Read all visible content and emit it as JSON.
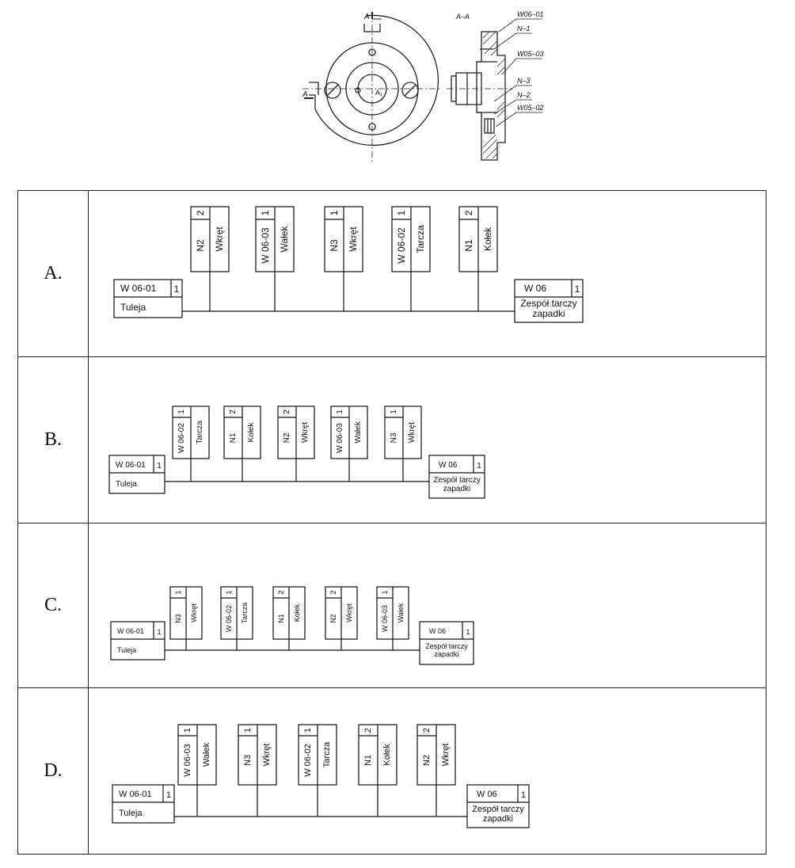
{
  "drawing": {
    "section_title": "A–A",
    "section_marks": [
      "A",
      "A",
      "A₁"
    ],
    "labels": [
      "W06–01",
      "N–1",
      "W05–03",
      "N–3",
      "N–2",
      "W05–02"
    ]
  },
  "options": [
    {
      "letter": "A.",
      "base": {
        "code": "W 06-01",
        "qty": "1",
        "name": "Tuleja"
      },
      "parts": [
        {
          "code": "N2",
          "qty": "2",
          "name": "Wkręt"
        },
        {
          "code": "W 06-03",
          "qty": "1",
          "name": "Wałek"
        },
        {
          "code": "N3",
          "qty": "1",
          "name": "Wkręt"
        },
        {
          "code": "W 06-02",
          "qty": "1",
          "name": "Tarcza"
        },
        {
          "code": "N1",
          "qty": "2",
          "name": "Kołek"
        }
      ],
      "assembly": {
        "code": "W 06",
        "qty": "1",
        "name_line1": "Zespół tarczy",
        "name_line2": "zapadki"
      }
    },
    {
      "letter": "B.",
      "base": {
        "code": "W 06-01",
        "qty": "1",
        "name": "Tuleja"
      },
      "parts": [
        {
          "code": "W 06-02",
          "qty": "1",
          "name": "Tarcza"
        },
        {
          "code": "N1",
          "qty": "2",
          "name": "Kołek"
        },
        {
          "code": "N2",
          "qty": "2",
          "name": "Wkręt"
        },
        {
          "code": "W 06-03",
          "qty": "1",
          "name": "Wałek"
        },
        {
          "code": "N3",
          "qty": "1",
          "name": "Wkręt"
        }
      ],
      "assembly": {
        "code": "W 06",
        "qty": "1",
        "name_line1": "Zespół tarczy",
        "name_line2": "zapadki"
      }
    },
    {
      "letter": "C.",
      "base": {
        "code": "W 06-01",
        "qty": "1",
        "name": "Tuleja"
      },
      "parts": [
        {
          "code": "N3",
          "qty": "1",
          "name": "Wkręt"
        },
        {
          "code": "W 06-02",
          "qty": "1",
          "name": "Tarcza"
        },
        {
          "code": "N1",
          "qty": "2",
          "name": "Kołek"
        },
        {
          "code": "N2",
          "qty": "2",
          "name": "Wkręt"
        },
        {
          "code": "W 06-03",
          "qty": "1",
          "name": "Wałek"
        }
      ],
      "assembly": {
        "code": "W 06",
        "qty": "1",
        "name_line1": "Zespół tarczy",
        "name_line2": "zapadki"
      }
    },
    {
      "letter": "D.",
      "base": {
        "code": "W 06-01",
        "qty": "1",
        "name": "Tuleja"
      },
      "parts": [
        {
          "code": "W 06-03",
          "qty": "1",
          "name": "Wałek"
        },
        {
          "code": "N3",
          "qty": "1",
          "name": "Wkręt"
        },
        {
          "code": "W 06-02",
          "qty": "1",
          "name": "Tarcza"
        },
        {
          "code": "N1",
          "qty": "2",
          "name": "Kołek"
        },
        {
          "code": "N2",
          "qty": "2",
          "name": "Wkręt"
        }
      ],
      "assembly": {
        "code": "W 06",
        "qty": "1",
        "name_line1": "Zespół tarczy",
        "name_line2": "zapadki"
      }
    }
  ]
}
